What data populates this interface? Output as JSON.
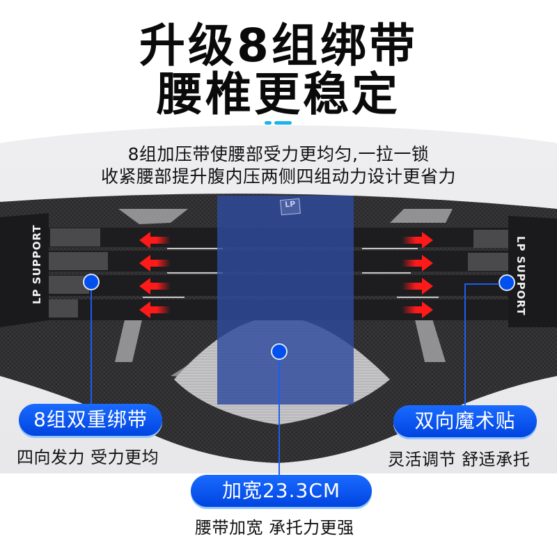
{
  "headline": {
    "line1": "升级8组绑带",
    "line2": "腰椎更稳定"
  },
  "accent": {
    "dash_color": "#19b4ee"
  },
  "subheadline": {
    "line1": "8组加压带使腰部受力更均匀,一拉一锁",
    "line2": "收紧腰部提升腹内压两侧四组动力设计更省力"
  },
  "product": {
    "name": "lumbar support belt",
    "side_label_left": "LP SUPPORT",
    "side_label_right": "LP SUPPORT",
    "center_logo": "LP",
    "arrow_count_per_side": 4,
    "arrow_color": "#ff1a1a",
    "center_panel_color": "#2e4a9e"
  },
  "callouts": [
    {
      "id": "straps",
      "label": "8组双重绑带",
      "caption": "四向发力 受力更均"
    },
    {
      "id": "velcro",
      "label": "双向魔术贴",
      "caption": "灵活调节 舒适承托"
    },
    {
      "id": "width",
      "label": "加宽23.3CM",
      "caption": "腰带加宽 承托力更强"
    }
  ],
  "colors": {
    "pill_blue": "#0a55f5",
    "dot_blue": "#0050f0",
    "text_dark": "#111111"
  }
}
